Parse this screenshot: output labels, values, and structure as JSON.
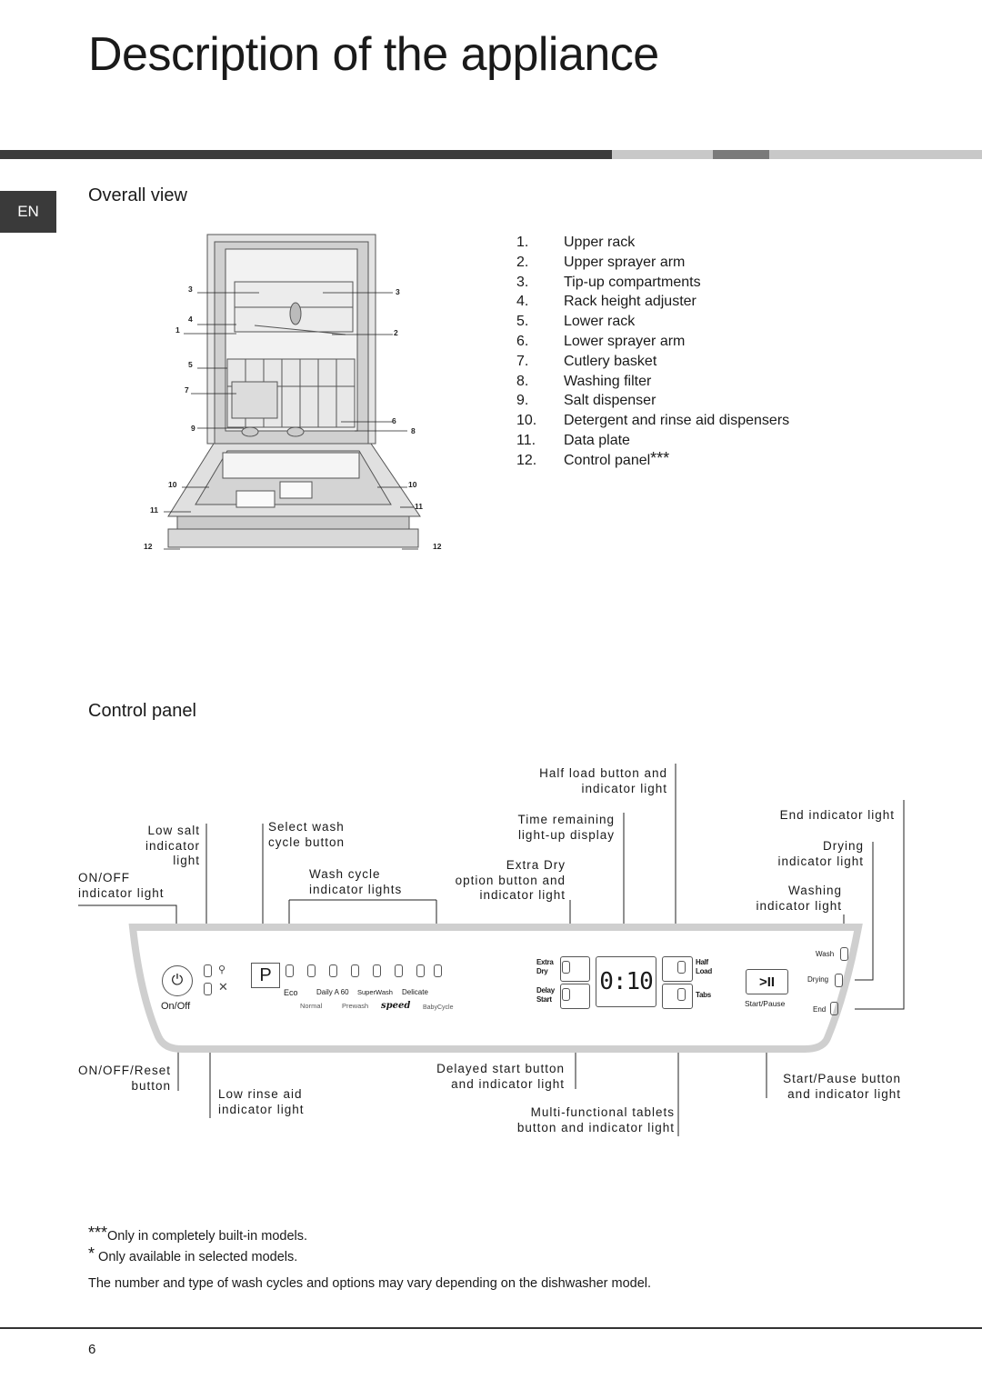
{
  "page": {
    "title": "Description of the appliance",
    "language_tab": "EN",
    "page_number": "6"
  },
  "overall_view": {
    "heading": "Overall view",
    "diagram_callouts": {
      "left": [
        "3",
        "4",
        "1",
        "5",
        "7",
        "9",
        "10",
        "11",
        "12"
      ],
      "right": [
        "3",
        "2",
        "6",
        "8",
        "10",
        "11",
        "12"
      ]
    },
    "parts": [
      {
        "num": "1.",
        "label": "Upper rack"
      },
      {
        "num": "2.",
        "label": "Upper sprayer arm"
      },
      {
        "num": "3.",
        "label": "Tip-up compartments"
      },
      {
        "num": "4.",
        "label": "Rack height adjuster"
      },
      {
        "num": "5.",
        "label": "Lower rack"
      },
      {
        "num": "6.",
        "label": "Lower sprayer arm"
      },
      {
        "num": "7.",
        "label": "Cutlery basket"
      },
      {
        "num": "8.",
        "label": "Washing filter"
      },
      {
        "num": "9.",
        "label": "Salt dispenser"
      },
      {
        "num": "10.",
        "label": "Detergent and rinse aid dispensers"
      },
      {
        "num": "11.",
        "label": "Data plate"
      },
      {
        "num": "12.",
        "label": "Control panel",
        "mark": "***"
      }
    ]
  },
  "control_panel": {
    "heading": "Control panel",
    "callouts": {
      "low_salt": "Low salt\nindicator\nlight",
      "on_off_light": "ON/OFF\nindicator light",
      "select_wash": "Select wash\ncycle button",
      "wash_cycle_lights": "Wash cycle\nindicator lights",
      "half_load": "Half load button and\nindicator light",
      "time_remaining": "Time remaining\nlight-up display",
      "extra_dry": "Extra Dry\noption button and\nindicator light",
      "end_light": "End indicator light",
      "drying_light": "Drying\nindicator light",
      "washing_light": "Washing\nindicator light",
      "on_off_reset": "ON/OFF/Reset\nbutton",
      "low_rinse": "Low rinse aid\nindicator light",
      "delayed_start": "Delayed start button\nand indicator light",
      "multi_tabs": "Multi-functional tablets\nbutton and indicator light",
      "start_pause": "Start/Pause button\nand indicator light"
    },
    "panel_labels": {
      "on_off": "On/Off",
      "program_key": "P",
      "cycles_top": [
        "Eco",
        "Daily A 60",
        "SuperWash",
        "Delicate"
      ],
      "cycles_bottom": [
        "Normal",
        "Prewash",
        "speed",
        "BabyCycle"
      ],
      "extra_dry": "Extra\nDry",
      "delay_start": "Delay\nStart",
      "display": "0:10",
      "half_load": "Half\nLoad",
      "tabs": "Tabs",
      "start_pause": "Start/Pause",
      "wash": "Wash",
      "drying": "Drying",
      "end": "End"
    }
  },
  "footnotes": {
    "note1_mark": "***",
    "note1": "Only in completely built-in models.",
    "note2_mark": "*",
    "note2": " Only available in selected models.",
    "note3": "The number and type of wash cycles and options may vary depending on the dishwasher model."
  }
}
